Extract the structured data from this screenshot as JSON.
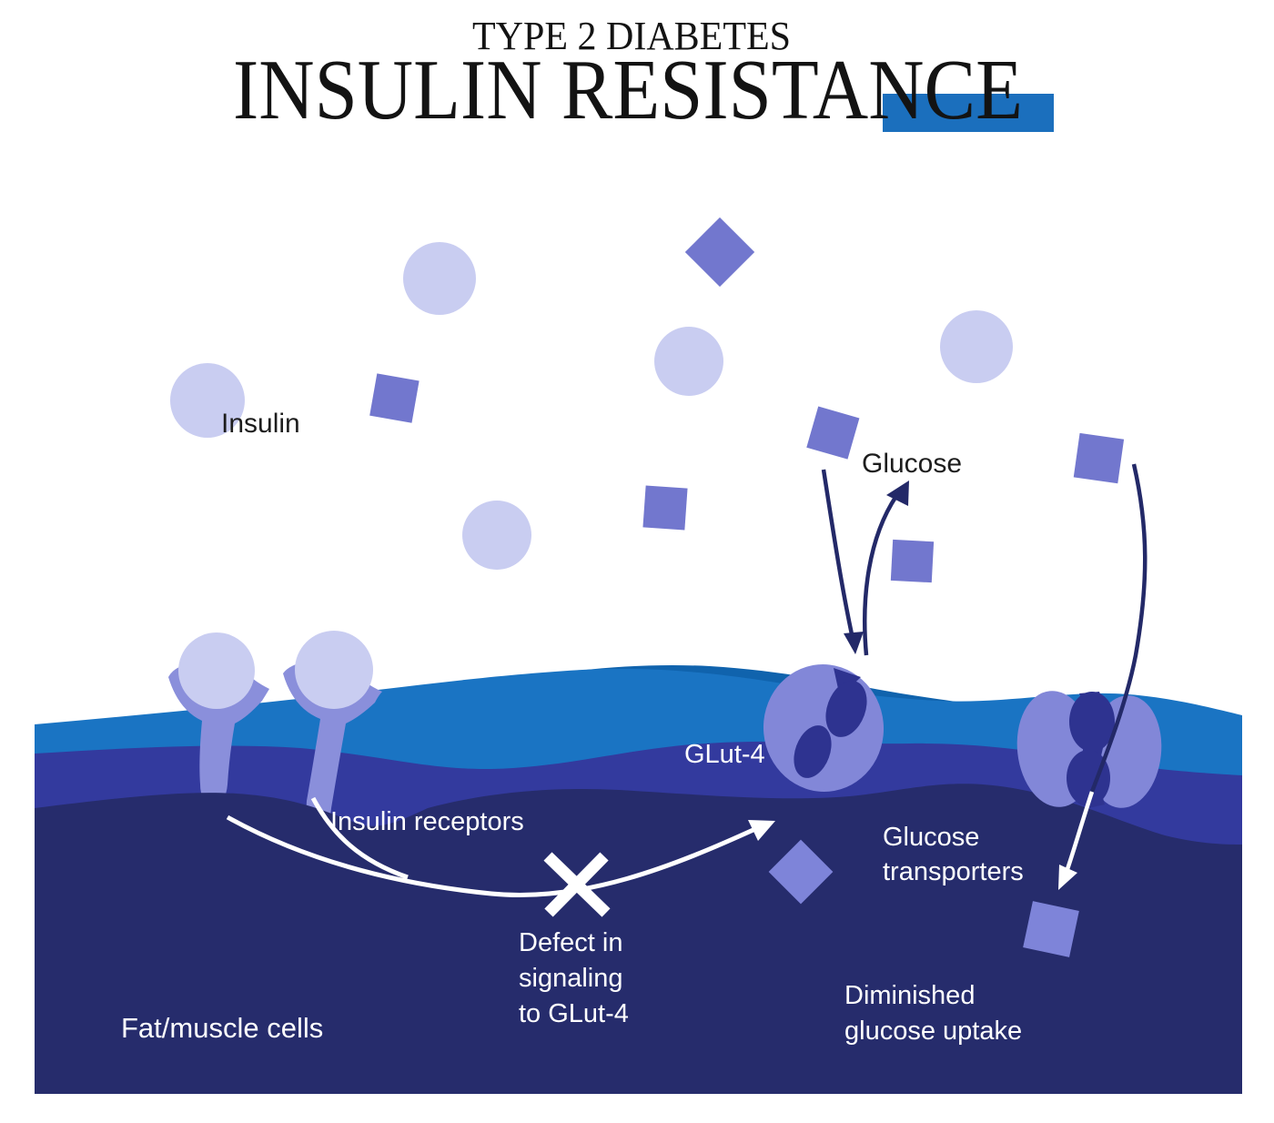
{
  "title": {
    "line1": "TYPE 2 DIABETES",
    "line2": "INSULIN RESISTANCE"
  },
  "labels": {
    "insulin": "Insulin",
    "glucose": "Glucose",
    "glut4": "GLut-4",
    "insulin_receptors": "Insulin receptors",
    "glucose_transporters_line1": "Glucose",
    "glucose_transporters_line2": "transporters",
    "defect_line1": "Defect in",
    "defect_line2": "signaling",
    "defect_line3": "to GLut-4",
    "fat_muscle_cells": "Fat/muscle cells",
    "diminished_line1": "Diminished",
    "diminished_line2": "glucose uptake"
  },
  "colors": {
    "background": "#ffffff",
    "title_text": "#131313",
    "accent_rect": "#1b6fbd",
    "insulin_circle": "#c9cdf1",
    "glucose_square": "#7277ce",
    "glucose_square_inner": "#7e84d9",
    "receptor_body": "#8a8fdb",
    "transporter_body": "#8287d8",
    "transporter_inner": "#2e3390",
    "membrane_blue": "#1a74c3",
    "membrane_blue_dark": "#1063ad",
    "membrane_purple": "#333a9e",
    "cell_navy": "#262c6c",
    "arrow_navy": "#232968",
    "arrow_white": "#ffffff",
    "label_dark": "#1d1d1d",
    "label_white": "#ffffff"
  }
}
